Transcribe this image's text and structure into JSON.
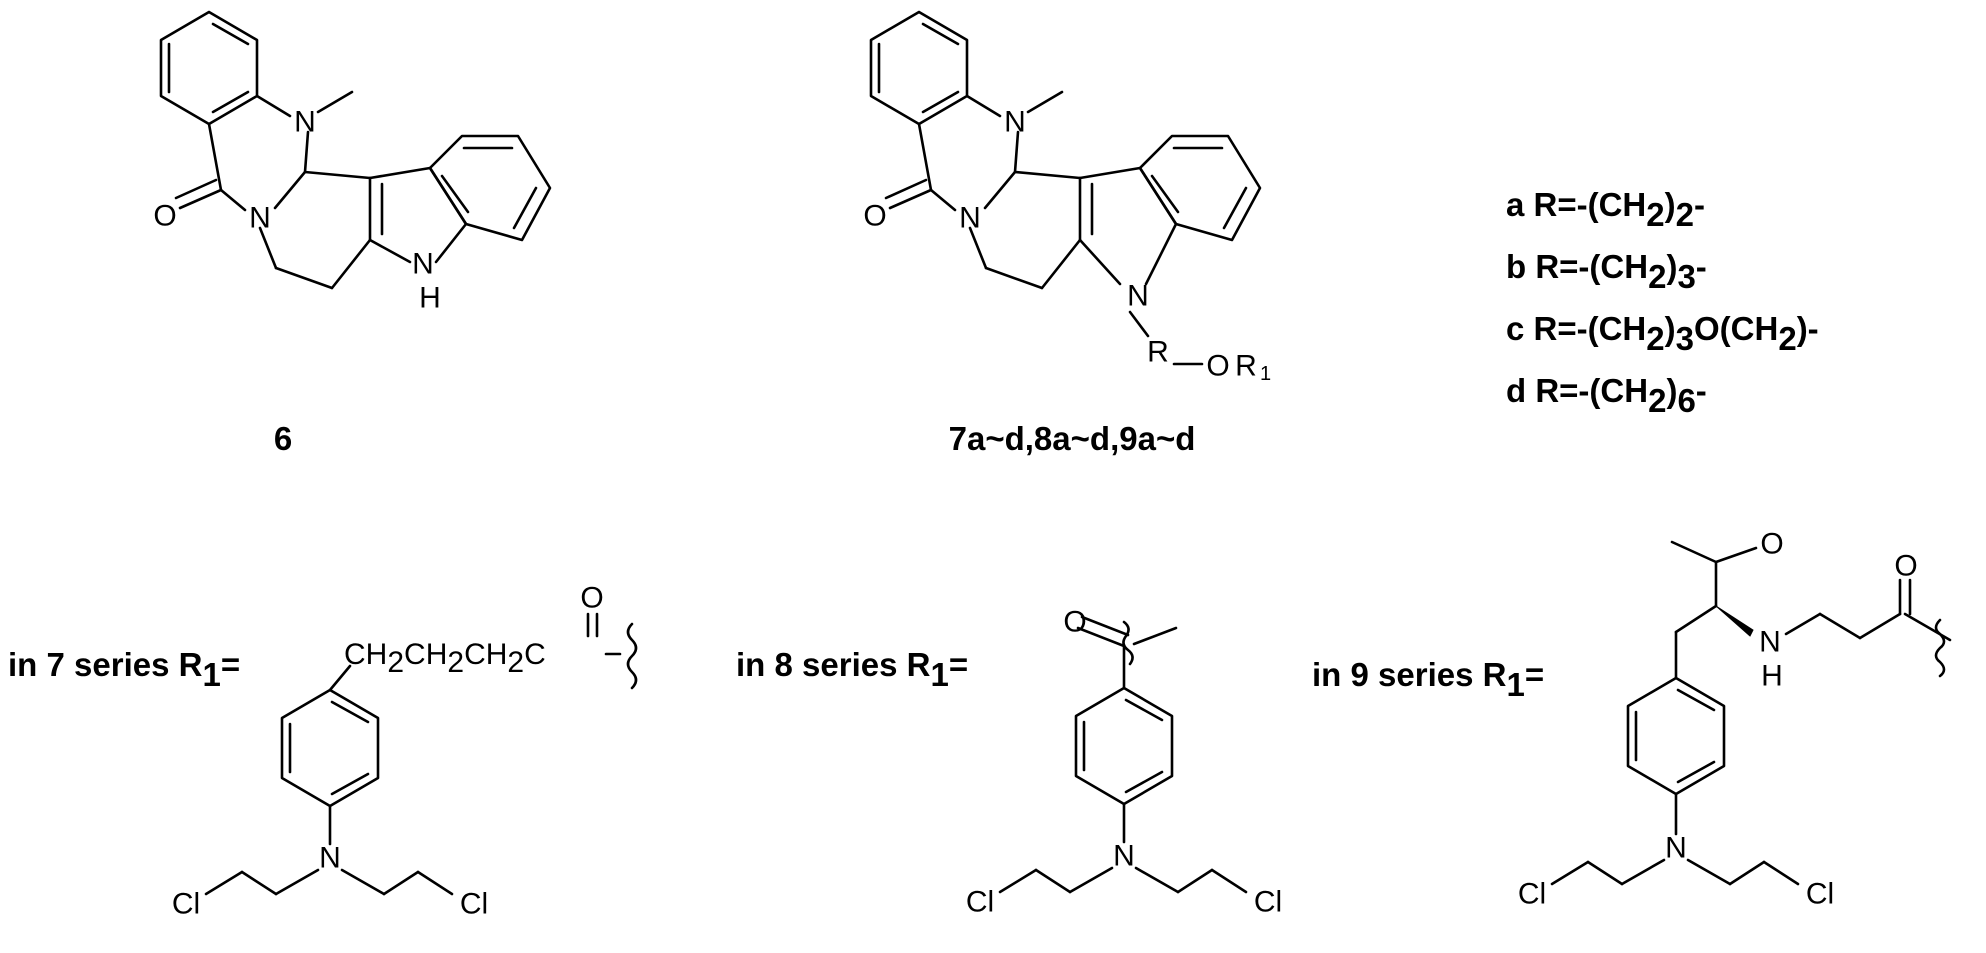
{
  "compound_6": {
    "label": "6",
    "atoms": {
      "n_methyl": "N",
      "n_amide": "N",
      "oxygen": "O",
      "nh": "N",
      "nh_h": "H"
    }
  },
  "compound_7": {
    "label": "7a~d,8a~d,9a~d",
    "atoms": {
      "n_methyl": "N",
      "n_amide": "N",
      "oxygen": "O",
      "n_indole": "N",
      "r": "R",
      "o": "O",
      "r1": "R",
      "r1_sub": "1"
    }
  },
  "r_groups": [
    {
      "key": "a",
      "prefix": "a R=-(CH",
      "sub": "2",
      "mid": ")",
      "sub2": "2",
      "suffix": "-"
    },
    {
      "key": "b",
      "prefix": "b R=-(CH",
      "sub": "2",
      "mid": ")",
      "sub2": "3",
      "suffix": "-"
    },
    {
      "key": "c",
      "prefix": "c R=-(CH",
      "sub": "2",
      "mid": ")",
      "sub2": "3",
      "suffix": "O(CH",
      "sub3": "2",
      "suffix2": ")-"
    },
    {
      "key": "d",
      "prefix": "d R=-(CH",
      "sub": "2",
      "mid": ")",
      "sub2": "6",
      "suffix": "-"
    }
  ],
  "series_7": {
    "label_prefix": "in 7 series R",
    "label_sub": "1",
    "label_suffix": "=",
    "chain": {
      "p1": "CH",
      "s1": "2",
      "p2": "CH",
      "s2": "2",
      "p3": "CH",
      "s3": "2",
      "p4": "C"
    },
    "atoms": {
      "o": "O",
      "n": "N",
      "cl_left": "Cl",
      "cl_right": "Cl"
    }
  },
  "series_8": {
    "label_prefix": "in 8 series R",
    "label_sub": "1",
    "label_suffix": "=",
    "atoms": {
      "o": "O",
      "n": "N",
      "cl_left": "Cl",
      "cl_right": "Cl"
    }
  },
  "series_9": {
    "label_prefix": "in 9 series R",
    "label_sub": "1",
    "label_suffix": "=",
    "atoms": {
      "o_ketone": "O",
      "o_acid": "O",
      "nh_n": "N",
      "nh_h": "H",
      "n": "N",
      "cl_left": "Cl",
      "cl_right": "Cl"
    }
  }
}
